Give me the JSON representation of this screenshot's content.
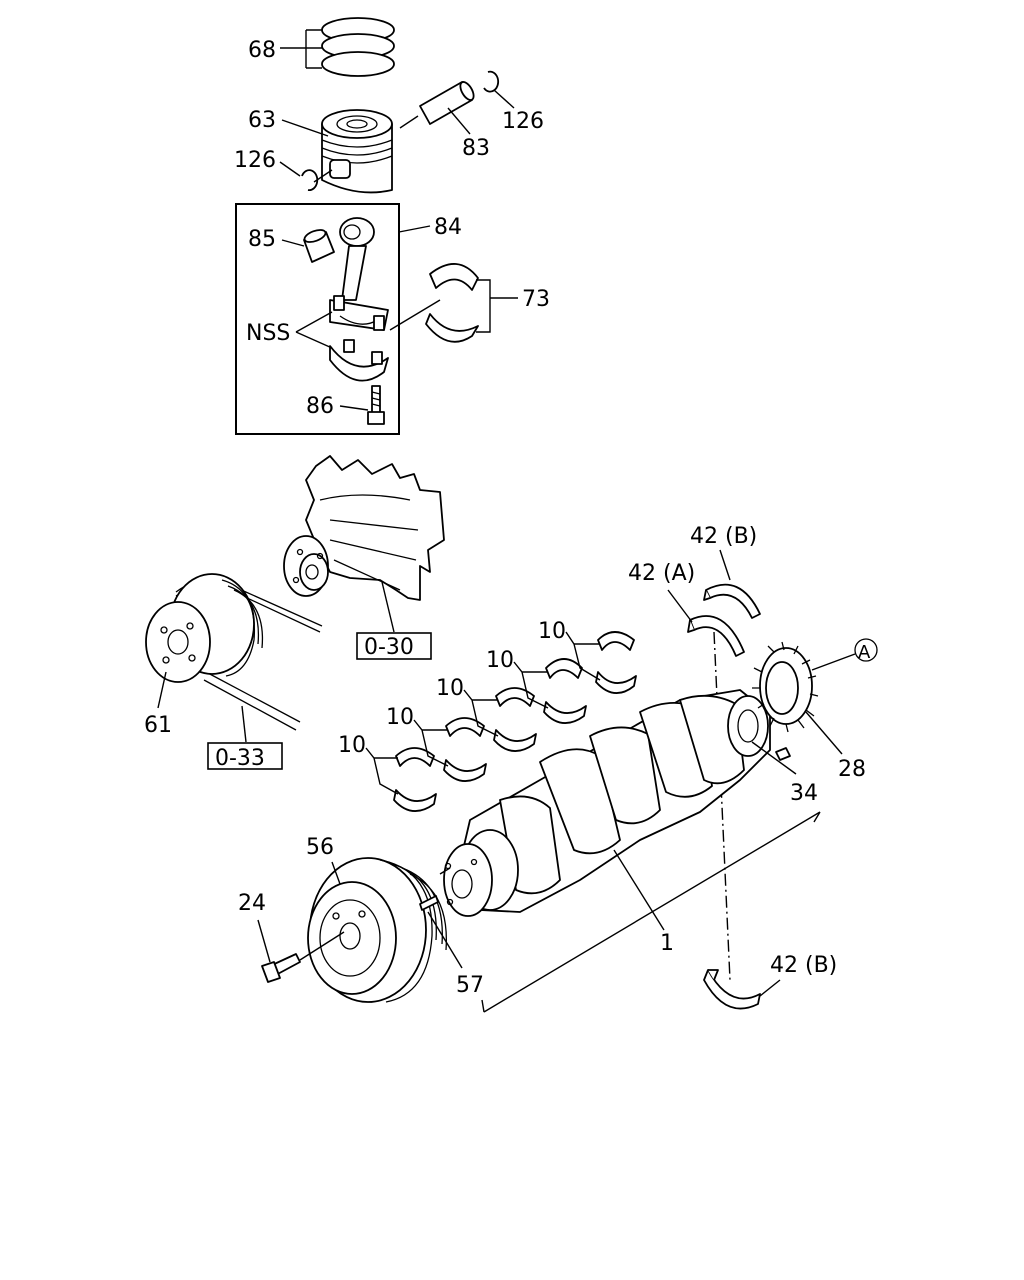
{
  "callouts": {
    "c68": "68",
    "c126_top": "126",
    "c63": "63",
    "c83": "83",
    "c126_left": "126",
    "c84": "84",
    "c85": "85",
    "c73": "73",
    "nss": "NSS",
    "c86": "86",
    "c42b_top": "42 (B)",
    "c42a": "42 (A)",
    "circle_a": "A",
    "c10_1": "10",
    "c10_2": "10",
    "c10_3": "10",
    "c10_4": "10",
    "c10_5": "10",
    "c28": "28",
    "c34": "34",
    "c61": "61",
    "c56": "56",
    "c24": "24",
    "c57": "57",
    "c1": "1",
    "c42b_bottom": "42 (B)"
  },
  "references": {
    "water_pump_ref": "0-30",
    "belt_ref": "0-33"
  },
  "colors": {
    "line": "#000000",
    "background": "#ffffff"
  }
}
